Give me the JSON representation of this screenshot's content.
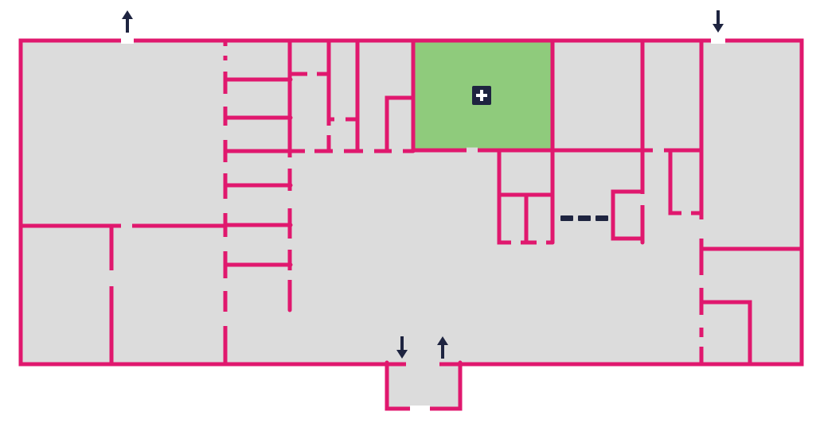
{
  "colors": {
    "wall": "#e0186e",
    "floor": "#dcdcdc",
    "highlight_room": "#8fcb7c",
    "icon": "#1e2440",
    "background": "#ffffff"
  },
  "highlight": {
    "room": "medical-room",
    "icon": "first-aid-plus-icon"
  },
  "entrances": [
    {
      "id": "top-left-exit",
      "direction": "up",
      "icon": "arrow-up-icon"
    },
    {
      "id": "top-right-entry",
      "direction": "down",
      "icon": "arrow-down-icon"
    },
    {
      "id": "bottom-entry",
      "direction": "down",
      "icon": "arrow-down-icon"
    },
    {
      "id": "bottom-exit",
      "direction": "up",
      "icon": "arrow-up-icon"
    }
  ],
  "markers": [
    {
      "id": "dashed-barrier",
      "segments": 3
    }
  ]
}
